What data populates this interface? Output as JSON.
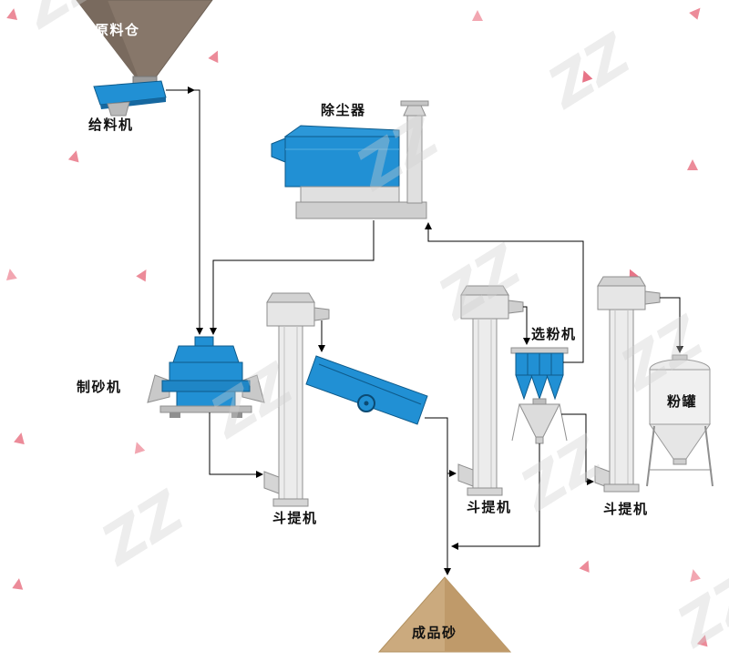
{
  "labels": {
    "raw_silo": "原料仓",
    "feeder": "给料机",
    "dust_collector": "除尘器",
    "sand_maker": "制砂机",
    "elevator_1": "斗提机",
    "elevator_2": "斗提机",
    "elevator_3": "斗提机",
    "classifier": "选粉机",
    "powder_tank": "粉罐",
    "product_sand": "成品砂"
  },
  "watermark": {
    "text": "ZZ"
  },
  "colors": {
    "machine_blue": "#2190d4",
    "machine_blue_dark": "#0e5a8a",
    "machine_gray": "#e6e6e6",
    "silo_brown": "#87776a",
    "sand_tan": "#cbaa7e",
    "decor_pink": "#ec8b99",
    "flow_line": "#000000"
  }
}
